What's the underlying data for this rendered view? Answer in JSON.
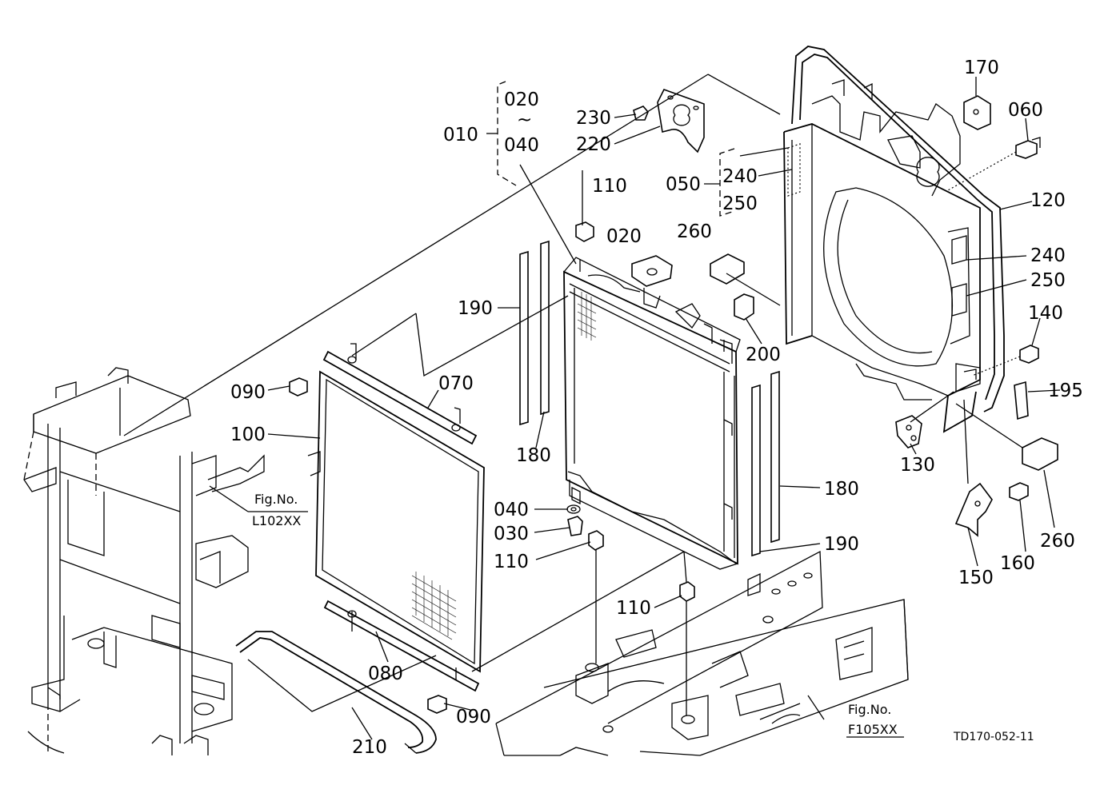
{
  "diagram": {
    "parts": [
      {
        "key": "p010",
        "label": "010"
      },
      {
        "key": "p020a",
        "label": "020"
      },
      {
        "key": "tilde",
        "label": "~"
      },
      {
        "key": "p040a",
        "label": "040"
      },
      {
        "key": "p230",
        "label": "230"
      },
      {
        "key": "p220",
        "label": "220"
      },
      {
        "key": "p110a",
        "label": "110"
      },
      {
        "key": "p020b",
        "label": "020"
      },
      {
        "key": "p050",
        "label": "050"
      },
      {
        "key": "p240a",
        "label": "240"
      },
      {
        "key": "p250a",
        "label": "250"
      },
      {
        "key": "p260a",
        "label": "260"
      },
      {
        "key": "p170",
        "label": "170"
      },
      {
        "key": "p060",
        "label": "060"
      },
      {
        "key": "p120",
        "label": "120"
      },
      {
        "key": "p240b",
        "label": "240"
      },
      {
        "key": "p250b",
        "label": "250"
      },
      {
        "key": "p140",
        "label": "140"
      },
      {
        "key": "p195",
        "label": "195"
      },
      {
        "key": "p190a",
        "label": "190"
      },
      {
        "key": "p200",
        "label": "200"
      },
      {
        "key": "p090a",
        "label": "090"
      },
      {
        "key": "p070",
        "label": "070"
      },
      {
        "key": "p100",
        "label": "100"
      },
      {
        "key": "p180a",
        "label": "180"
      },
      {
        "key": "p130",
        "label": "130"
      },
      {
        "key": "p040b",
        "label": "040"
      },
      {
        "key": "p030",
        "label": "030"
      },
      {
        "key": "p180b",
        "label": "180"
      },
      {
        "key": "p110b",
        "label": "110"
      },
      {
        "key": "p190b",
        "label": "190"
      },
      {
        "key": "p260b",
        "label": "260"
      },
      {
        "key": "p160",
        "label": "160"
      },
      {
        "key": "p150",
        "label": "150"
      },
      {
        "key": "p110c",
        "label": "110"
      },
      {
        "key": "p080",
        "label": "080"
      },
      {
        "key": "p090b",
        "label": "090"
      },
      {
        "key": "p210",
        "label": "210"
      }
    ],
    "refs": {
      "left": {
        "fig": "Fig.No.",
        "code": "L102XX"
      },
      "right": {
        "fig": "Fig.No.",
        "code": "F105XX"
      }
    },
    "drawing_code": "TD170-052-11"
  }
}
